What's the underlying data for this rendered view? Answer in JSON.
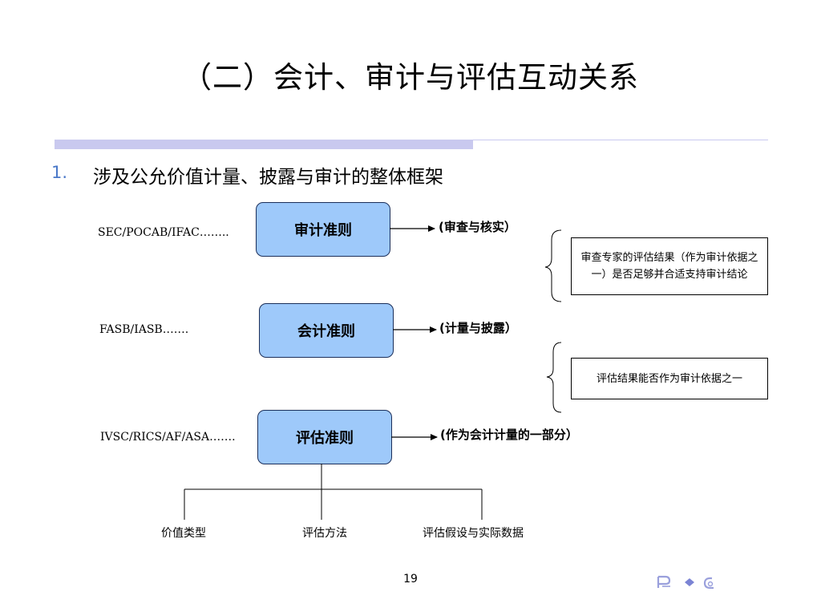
{
  "slide": {
    "title": "（二）会计、审计与评估互动关系",
    "item_number": "1.",
    "item_text": "涉及公允价值计量、披露与审计的整体框架",
    "page_number": "19"
  },
  "rows": [
    {
      "standards": "SEC/POCAB/IFAC……..",
      "box": "审计准则",
      "role": "(审查与核实）"
    },
    {
      "standards": "FASB/IASB…….",
      "box": "会计准则",
      "role": "(计量与披露）"
    },
    {
      "standards": "IVSC/RICS/AF/ASA…….",
      "box": "评估准则",
      "role": "(作为会计计量的一部分）"
    }
  ],
  "notes": [
    "审查专家的评估结果（作为审计依据之一）是否足够并合适支持审计结论",
    "评估结果能否作为审计依据之一"
  ],
  "leaves": [
    "价值类型",
    "评估方法",
    "评估假设与实际数据"
  ],
  "icons": [
    "nav-prev-icon",
    "nav-diamond-icon",
    "nav-next-icon"
  ]
}
